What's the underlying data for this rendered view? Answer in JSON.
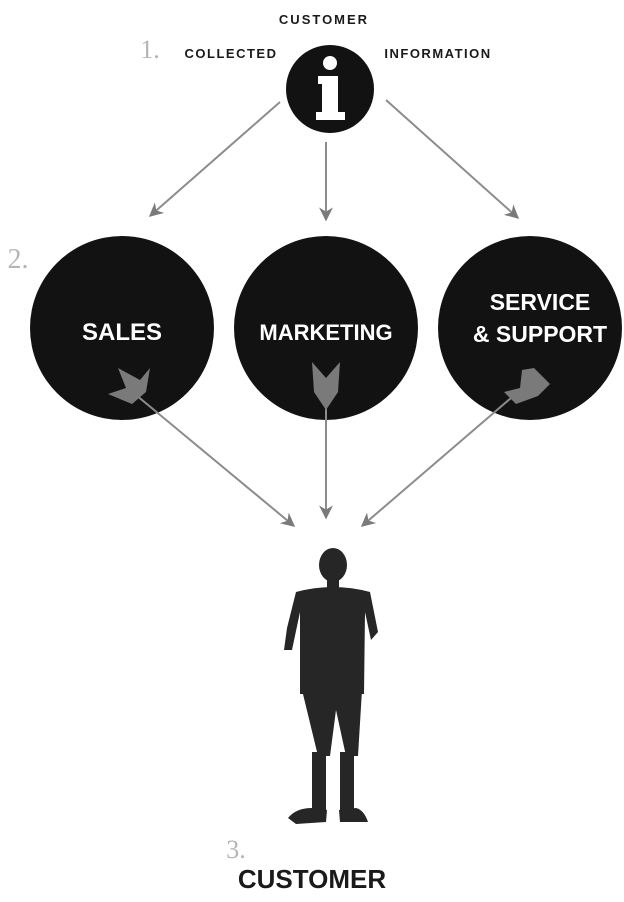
{
  "header": {
    "top_word": "CUSTOMER",
    "left_word": "COLLECTED",
    "right_word": "INFORMATION",
    "info_glyph": "i"
  },
  "steps": {
    "one": "1.",
    "two": "2.",
    "three": "3."
  },
  "departments": [
    {
      "lines": [
        "SALES"
      ]
    },
    {
      "lines": [
        "MARKETING"
      ]
    },
    {
      "lines": [
        "SERVICE",
        "& SUPPORT"
      ]
    }
  ],
  "footer": {
    "label": "CUSTOMER"
  },
  "icons": {
    "info": "info-icon",
    "person": "person-silhouette-icon"
  },
  "colors": {
    "circle_fill": "#121212",
    "circle_text": "#ffffff",
    "arrow": "#8c8c8c",
    "arrow_head": "#7a7a7a",
    "label_text": "#1a1a1a",
    "step_number": "#b5b5b5",
    "person": "#262626"
  }
}
